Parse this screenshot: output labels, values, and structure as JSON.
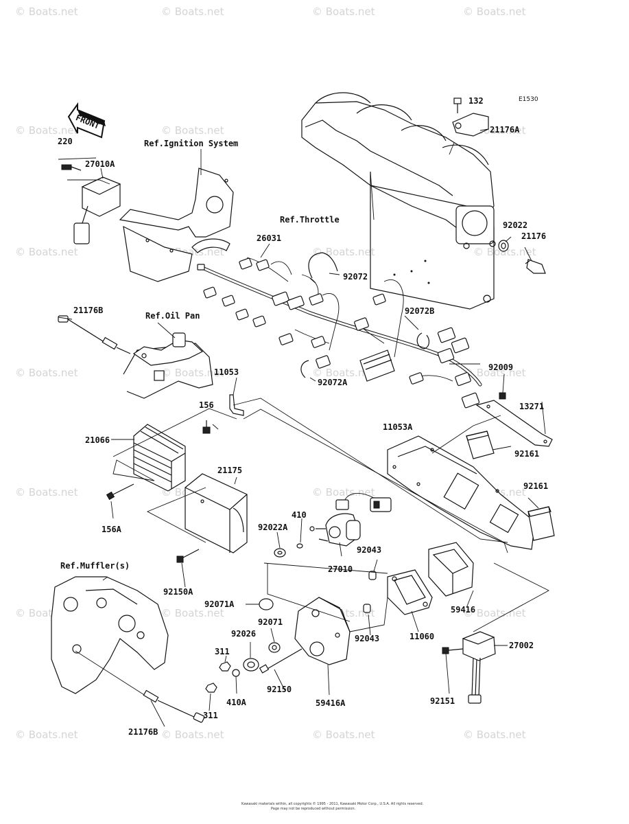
{
  "diagram_code": "E1530",
  "watermark_text": "© Boats.net",
  "front_arrow_label": "FRONT",
  "references": {
    "ignition": "Ref.Ignition System",
    "throttle": "Ref.Throttle",
    "oil_pan": "Ref.Oil Pan",
    "muffler": "Ref.Muffler(s)"
  },
  "parts": {
    "p132": "132",
    "p21176A": "21176A",
    "p220": "220",
    "p27010A": "27010A",
    "p92022": "92022",
    "p21176": "21176",
    "p26031": "26031",
    "p92072": "92072",
    "p92072B": "92072B",
    "p21176B_top": "21176B",
    "p92072A": "92072A",
    "p92009": "92009",
    "p11053": "11053",
    "p13271": "13271",
    "p156": "156",
    "p11053A": "11053A",
    "p21066": "21066",
    "p92161_a": "92161",
    "p21175": "21175",
    "p92161_b": "92161",
    "p410": "410",
    "p92022A": "92022A",
    "p156A": "156A",
    "p92043_a": "92043",
    "p27010": "27010",
    "p92150A": "92150A",
    "p59416": "59416",
    "p92071A": "92071A",
    "p92071": "92071",
    "p92026": "92026",
    "p92043_b": "92043",
    "p11060": "11060",
    "p27002": "27002",
    "p311_a": "311",
    "p92151": "92151",
    "p410A": "410A",
    "p92150": "92150",
    "p59416A": "59416A",
    "p311_b": "311",
    "p21176B_bottom": "21176B"
  },
  "copyright": {
    "line1": "Kawasaki materials within, all copyrights © 1995 - 2011, Kawasaki Motor Corp., U.S.A. All rights reserved.",
    "line2": "Page may not be reproduced without permission."
  }
}
